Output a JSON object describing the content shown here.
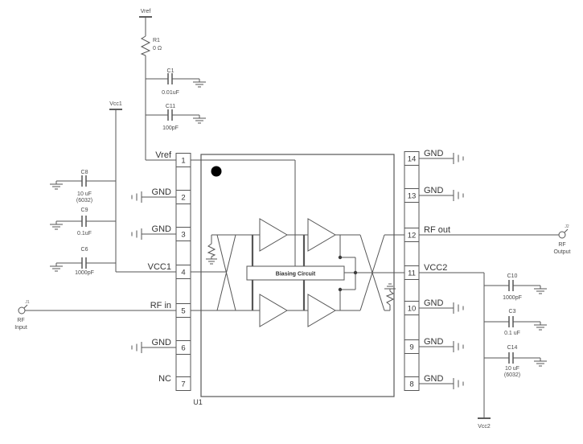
{
  "ic": {
    "refdes": "U1",
    "bias_block": "Biasing Circuit",
    "pins_left": [
      {
        "num": "1",
        "name": "Vref"
      },
      {
        "num": "2",
        "name": "GND"
      },
      {
        "num": "3",
        "name": "GND"
      },
      {
        "num": "4",
        "name": "VCC1"
      },
      {
        "num": "5",
        "name": "RF in"
      },
      {
        "num": "6",
        "name": "GND"
      },
      {
        "num": "7",
        "name": "NC"
      }
    ],
    "pins_right": [
      {
        "num": "14",
        "name": "GND"
      },
      {
        "num": "13",
        "name": "GND"
      },
      {
        "num": "12",
        "name": "RF out"
      },
      {
        "num": "11",
        "name": "VCC2"
      },
      {
        "num": "10",
        "name": "GND"
      },
      {
        "num": "9",
        "name": "GND"
      },
      {
        "num": "8",
        "name": "GND"
      }
    ]
  },
  "nets": {
    "vref": {
      "label": "Vref"
    },
    "vcc1": {
      "label": "Vcc1"
    },
    "vcc2": {
      "label": "Vcc2"
    }
  },
  "components": {
    "r1": {
      "ref": "R1",
      "value": "0 Ω"
    },
    "c1": {
      "ref": "C1",
      "value": "0.01uF"
    },
    "c11": {
      "ref": "C11",
      "value": "100pF"
    },
    "c8": {
      "ref": "C8",
      "value": "10 uF",
      "pkg": "(6032)"
    },
    "c9": {
      "ref": "C9",
      "value": "0.1uF"
    },
    "c6": {
      "ref": "C6",
      "value": "1000pF"
    },
    "c10": {
      "ref": "C10",
      "value": "1000pF"
    },
    "c3": {
      "ref": "C3",
      "value": "0.1 uF"
    },
    "c14": {
      "ref": "C14",
      "value": "10 uF",
      "pkg": "(6032)"
    }
  },
  "ports": {
    "input": {
      "ref": "J1",
      "line1": "RF",
      "line2": "Input"
    },
    "output": {
      "ref": "J2",
      "line1": "RF",
      "line2": "Output"
    }
  }
}
